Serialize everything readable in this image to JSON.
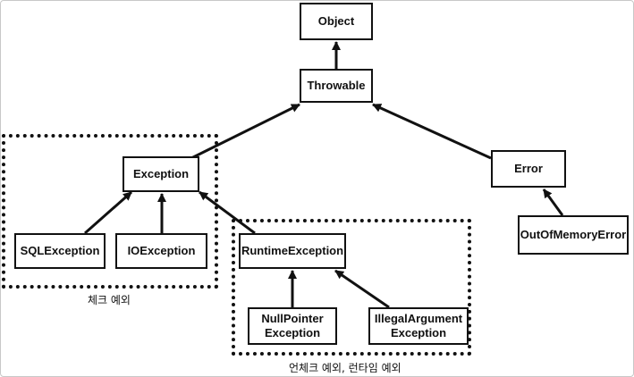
{
  "nodes": {
    "object": "Object",
    "throwable": "Throwable",
    "exception": "Exception",
    "error": "Error",
    "sql_exception": "SQLException",
    "io_exception": "IOException",
    "runtime_exception": "RuntimeException",
    "out_of_memory_error": "OutOfMemoryError",
    "null_pointer_exception": "NullPointer\nException",
    "illegal_argument_exception": "IllegalArgument\nException"
  },
  "groups": {
    "checked_label": "체크 예외",
    "unchecked_label": "언체크 예외, 런타임 예외"
  },
  "colors": {
    "stroke": "#111111",
    "background": "#ffffff"
  }
}
